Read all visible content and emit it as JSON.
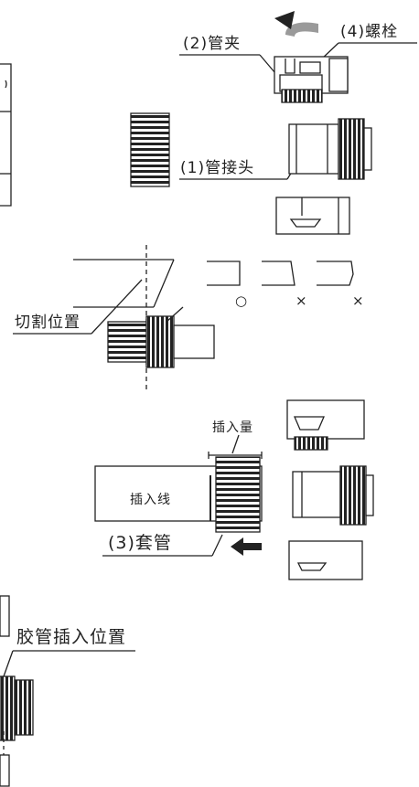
{
  "labels": {
    "pipe_clamp": "(2)管夹",
    "bolt": "(4)螺栓",
    "pipe_joint": "(1)管接头",
    "cut_position": "切割位置",
    "insertion_amount": "插入量",
    "insertion_line": "插入线",
    "sleeve": "(3)套管",
    "hose_insert_position": "胶管插入位置"
  },
  "marks": {
    "ok": "○",
    "ng1": "×",
    "ng2": "×"
  },
  "colors": {
    "line": "#222222",
    "arrow_gray": "#9a9a9a"
  }
}
